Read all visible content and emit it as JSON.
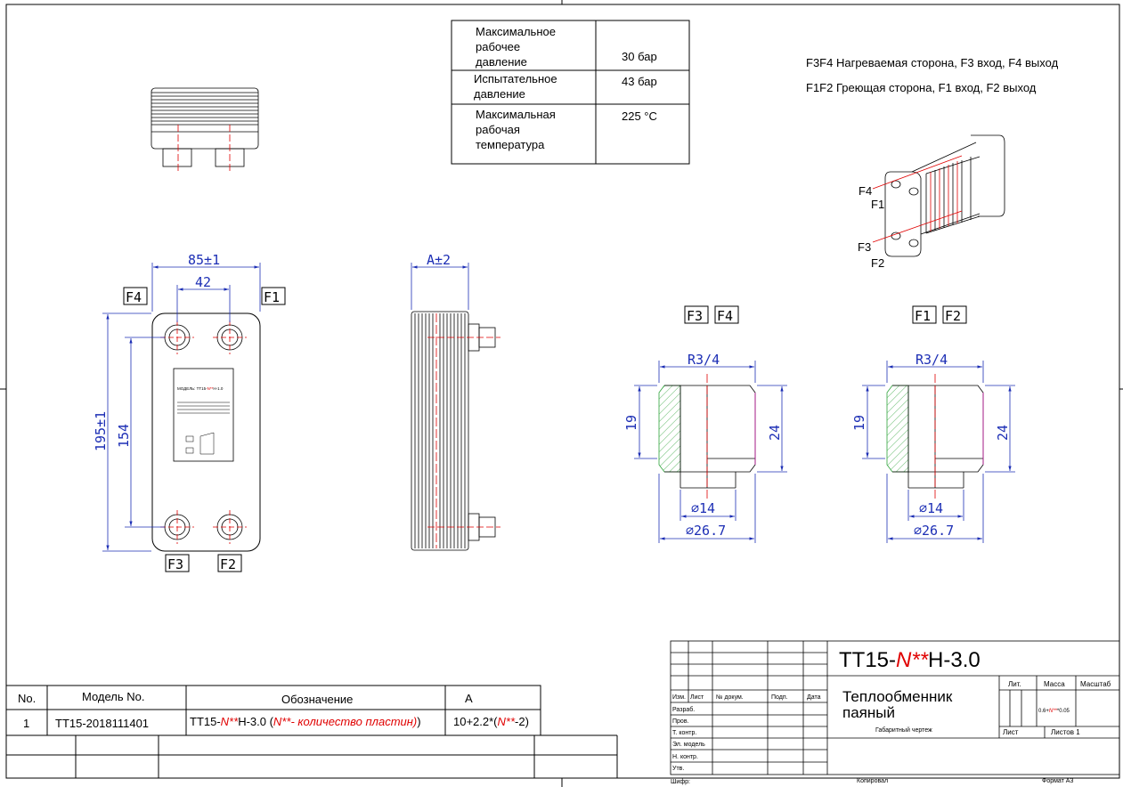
{
  "spec_table": {
    "rows": [
      {
        "label": [
          "Максимальное",
          "рабочее",
          "давление"
        ],
        "value": "30 бар"
      },
      {
        "label": [
          "Испытательное",
          "давление"
        ],
        "value": "43 бар"
      },
      {
        "label": [
          "Максимальная",
          "рабочая",
          "температура"
        ],
        "value": "225 °C"
      }
    ]
  },
  "legend": {
    "line1": "F3F4 Нагреваемая сторона, F3 вход, F4 выход",
    "line2": "F1F2 Греющая сторона, F1 вход, F2 выход"
  },
  "ports": {
    "f1": "F1",
    "f2": "F2",
    "f3": "F3",
    "f4": "F4"
  },
  "dims": {
    "width": "85±1",
    "port_spacing": "42",
    "height": "195±1",
    "port_vspacing": "154",
    "depth": "A±2",
    "thread": "R3/4",
    "d19": "19",
    "d24": "24",
    "d14": "∅14",
    "d267": "∅26.7"
  },
  "nameplate": {
    "model_prefix": "МОДЕЛЬ: ТТ15-",
    "model_n": "N**",
    "model_suffix": "Н-1.0"
  },
  "parts_table": {
    "headers": [
      "No.",
      "Модель No.",
      "Обозначение",
      "A"
    ],
    "row": {
      "no": "1",
      "model": "TT15-2018111401",
      "des_a": "TT15-",
      "des_n": "N**",
      "des_b": "H-3.0  (",
      "des_n2": "N**",
      "des_c": "- количество пластин)",
      "a_a": "10+2.2*(",
      "a_n": "N**",
      "a_b": "-2)"
    }
  },
  "title_block": {
    "code_a": "TT15-",
    "code_n": "N**",
    "code_b": "H-3.0",
    "name1": "Теплообменник",
    "name2": "паяный",
    "subtitle": "Габаритный чертеж",
    "cols": {
      "izm": "Изм.",
      "list": "Лист",
      "doc": "№ докум.",
      "podp": "Подп.",
      "data": "Дата"
    },
    "roles": [
      "Разраб.",
      "Пров.",
      "Т. контр.",
      "Эл. модель",
      "Н. контр.",
      "Утв."
    ],
    "lit": "Лит.",
    "massa": "Масса",
    "masshtab": "Масштаб",
    "mass_a": "0.6+",
    "mass_n": "N**",
    "mass_b": "*0.05",
    "sheet": "Лист",
    "sheets": "Листов 1",
    "shifr": "Шифр:",
    "kopir": "Копировал",
    "format": "Формат А3"
  }
}
